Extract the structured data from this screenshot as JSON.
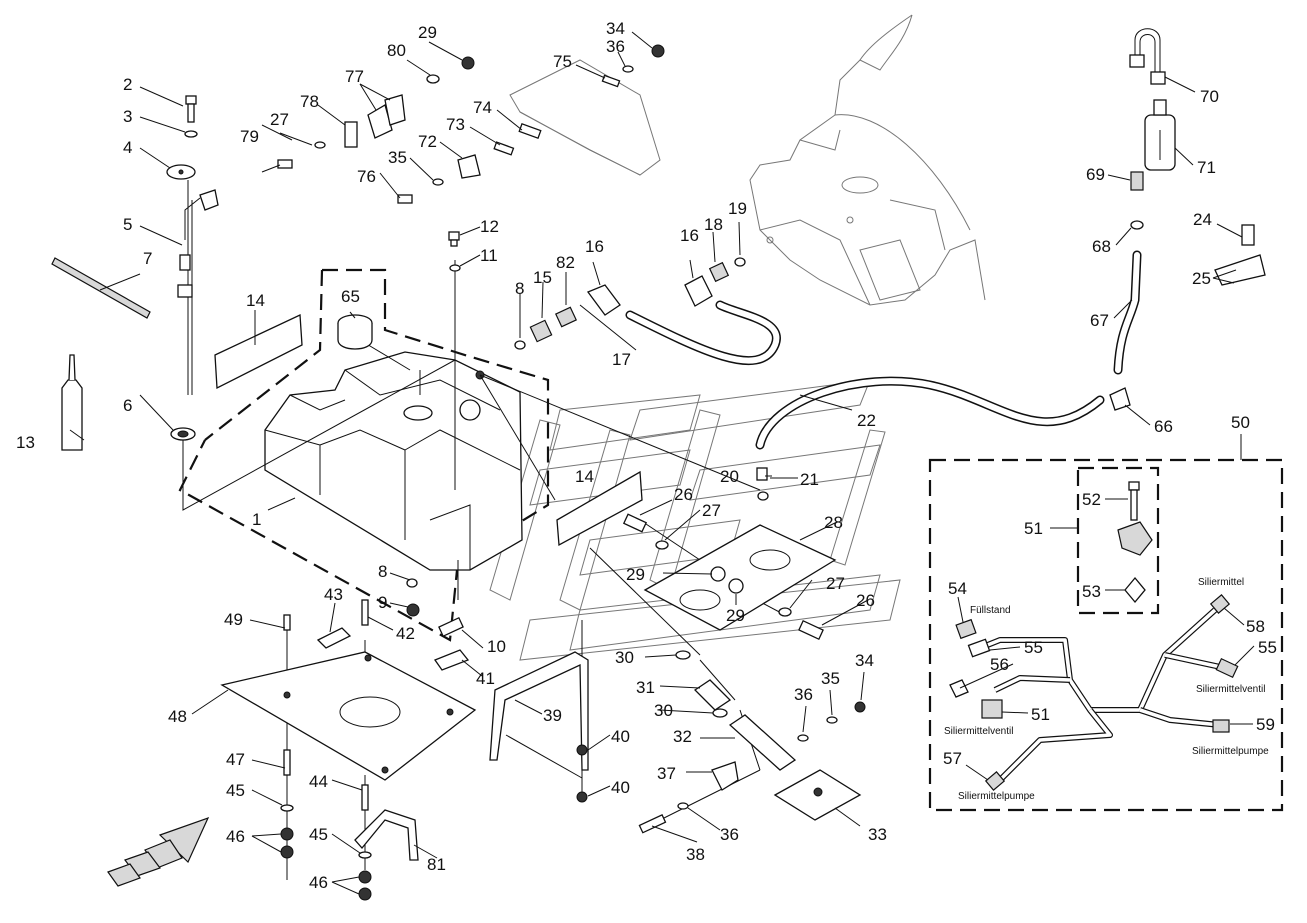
{
  "diagram": {
    "part_numbers": {
      "p1": "1",
      "p2": "2",
      "p3": "3",
      "p4": "4",
      "p5": "5",
      "p6": "6",
      "p7": "7",
      "p8a": "8",
      "p8b": "8",
      "p9": "9",
      "p10": "10",
      "p11": "11",
      "p12": "12",
      "p13": "13",
      "p14a": "14",
      "p14b": "14",
      "p15": "15",
      "p16a": "16",
      "p16b": "16",
      "p17": "17",
      "p18": "18",
      "p19": "19",
      "p20": "20",
      "p21": "21",
      "p22": "22",
      "p24": "24",
      "p25": "25",
      "p26a": "26",
      "p26b": "26",
      "p27a": "27",
      "p27b": "27",
      "p27c": "27",
      "p28": "28",
      "p29a": "29",
      "p29b": "29",
      "p29c": "29",
      "p30a": "30",
      "p30b": "30",
      "p31": "31",
      "p32": "32",
      "p33": "33",
      "p34a": "34",
      "p34b": "34",
      "p35a": "35",
      "p35b": "35",
      "p36a": "36",
      "p36b": "36",
      "p36c": "36",
      "p37": "37",
      "p38": "38",
      "p39": "39",
      "p40a": "40",
      "p40b": "40",
      "p41": "41",
      "p42": "42",
      "p43": "43",
      "p44": "44",
      "p45a": "45",
      "p45b": "45",
      "p46a": "46",
      "p46b": "46",
      "p47": "47",
      "p48": "48",
      "p49": "49",
      "p50": "50",
      "p51a": "51",
      "p51b": "51",
      "p52": "52",
      "p53": "53",
      "p54": "54",
      "p55a": "55",
      "p55b": "55",
      "p56": "56",
      "p57": "57",
      "p58": "58",
      "p59": "59",
      "p65": "65",
      "p66": "66",
      "p67": "67",
      "p68": "68",
      "p69": "69",
      "p70": "70",
      "p71": "71",
      "p72": "72",
      "p73": "73",
      "p74": "74",
      "p75": "75",
      "p76": "76",
      "p77": "77",
      "p78": "78",
      "p79": "79",
      "p80": "80",
      "p81": "81",
      "p82": "82"
    },
    "wiring_labels": {
      "fuellstand": "Füllstand",
      "siliermittel": "Siliermittel",
      "siliermittelventil_right": "Siliermittelventil",
      "siliermittelventil_left": "Siliermittelventil",
      "siliermittelpumpe_right": "Siliermittelpumpe",
      "siliermittelpumpe_left": "Siliermittelpumpe"
    }
  }
}
